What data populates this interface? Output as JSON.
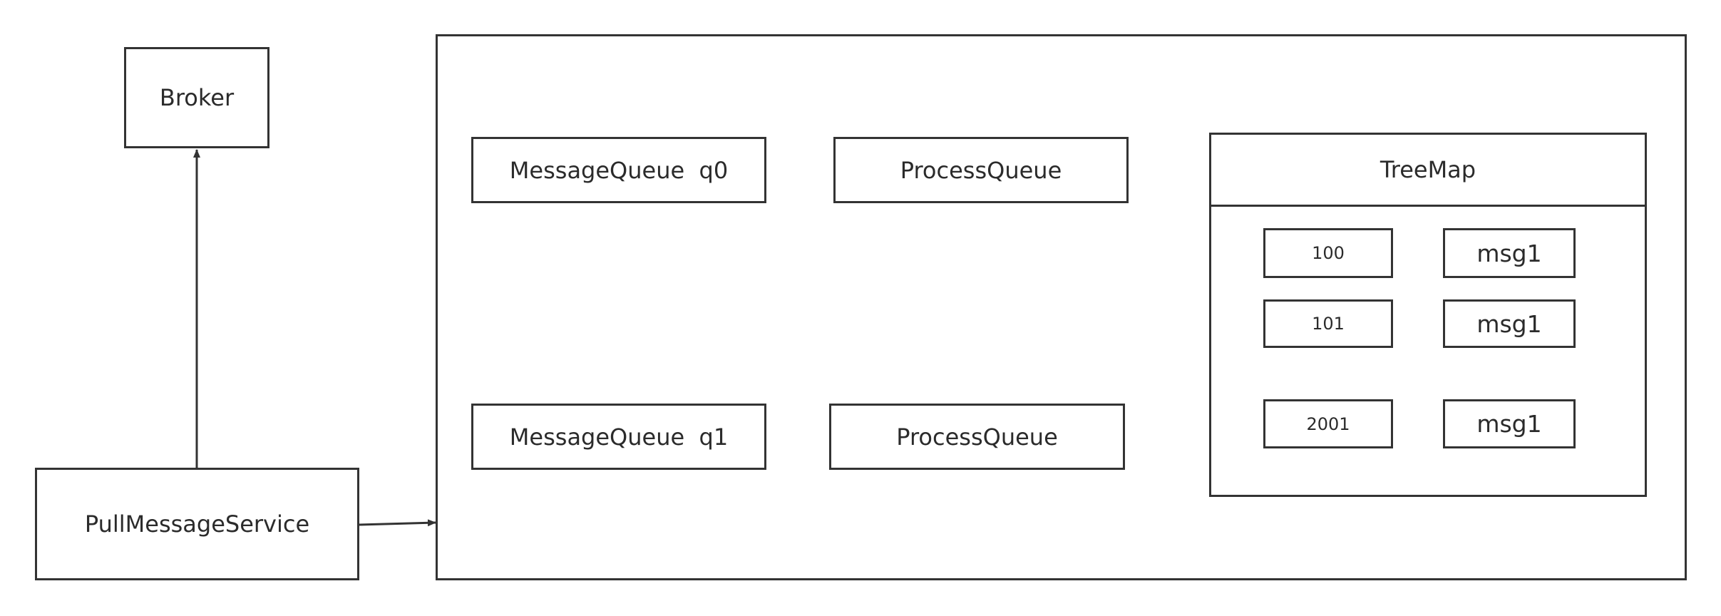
{
  "broker": {
    "label": "Broker"
  },
  "pull_service": {
    "label": "PullMessageService"
  },
  "queues": [
    {
      "mq_label": "MessageQueue  q0",
      "pq_label": "ProcessQueue"
    },
    {
      "mq_label": "MessageQueue  q1",
      "pq_label": "ProcessQueue"
    }
  ],
  "treemap": {
    "title": "TreeMap",
    "entries": [
      {
        "key": "100",
        "value": "msg1"
      },
      {
        "key": "101",
        "value": "msg1"
      },
      {
        "key": "2001",
        "value": "msg1"
      }
    ]
  },
  "colors": {
    "stroke": "#333333",
    "background": "#ffffff"
  }
}
